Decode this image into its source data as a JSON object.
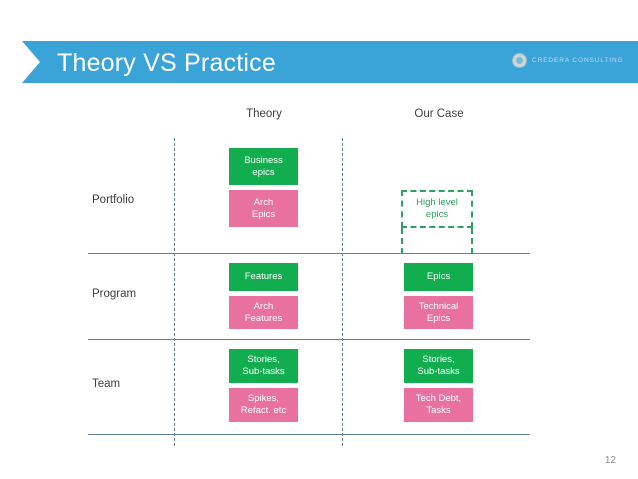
{
  "slide": {
    "title": "Theory VS Practice",
    "page_number": "12",
    "banner_color": "#3aa3d8",
    "green_color": "#12ad4f",
    "pink_color": "#e8719f",
    "dashed_green_color": "#2fa060"
  },
  "logo": {
    "text": "CREDERA CONSULTING",
    "mark": "circle-logo-icon"
  },
  "columns": [
    {
      "label": "Theory"
    },
    {
      "label": "Our Case"
    }
  ],
  "rows": [
    {
      "label": "Portfolio",
      "theory": [
        {
          "text": "Business\nepics",
          "line1": "Business",
          "line2": "epics",
          "style": "green"
        },
        {
          "text": "Arch\nEpics",
          "line1": "Arch",
          "line2": "Epics",
          "style": "pink"
        }
      ],
      "our_case": [
        {
          "text": "High level\nepics",
          "line1": "High level",
          "line2": "epics",
          "style": "dashed-green"
        }
      ]
    },
    {
      "label": "Program",
      "theory": [
        {
          "text": "Features",
          "line1": "Features",
          "line2": "",
          "style": "green"
        },
        {
          "text": "Arch\nFeatures",
          "line1": "Arch",
          "line2": "Features",
          "style": "pink"
        }
      ],
      "our_case": [
        {
          "text": "Epics",
          "line1": "Epics",
          "line2": "",
          "style": "green"
        },
        {
          "text": "Technical\nEpics",
          "line1": "Technical",
          "line2": "Epics",
          "style": "pink"
        }
      ]
    },
    {
      "label": "Team",
      "theory": [
        {
          "text": "Stories,\nSub-tasks",
          "line1": "Stories,",
          "line2": "Sub-tasks",
          "style": "green"
        },
        {
          "text": "Spikes,\nRefact. etc",
          "line1": "Spikes,",
          "line2": "Refact. etc",
          "style": "pink"
        }
      ],
      "our_case": [
        {
          "text": "Stories,\nSub-tasks",
          "line1": "Stories,",
          "line2": "Sub-tasks",
          "style": "green"
        },
        {
          "text": "Tech Debt,\nTasks",
          "line1": "Tech Debt,",
          "line2": "Tasks",
          "style": "pink"
        }
      ]
    }
  ]
}
